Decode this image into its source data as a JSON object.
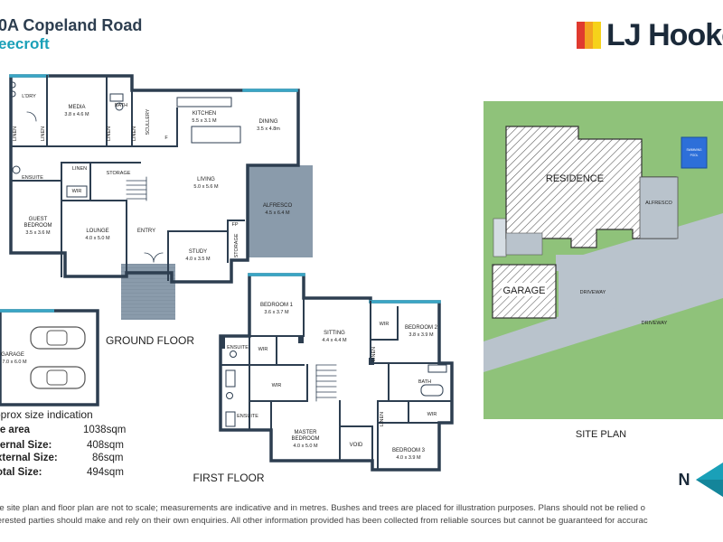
{
  "header": {
    "address": "0A Copeland Road",
    "suburb": "eecroft"
  },
  "brand": {
    "name": "LJ Hooke",
    "colors": [
      "#e03a2f",
      "#f3a321",
      "#f6d21a"
    ]
  },
  "colors": {
    "wall": "#2d3e50",
    "wall_accent": "#3aa6c5",
    "grass": "#8fc27a",
    "hatch": "#555555",
    "paving": "#8a9bab",
    "water": "#2d6fd9"
  },
  "ground_floor": {
    "label": "GROUND FLOOR",
    "rooms": {
      "ldry": "L'DRY",
      "media": "MEDIA",
      "media_size": "3.8 x 4.6 M",
      "bath": "BATH",
      "scullery": "SCULLERY",
      "kitchen": "KITCHEN",
      "kitchen_size": "5.5 x 3.1 M",
      "dining": "DINING",
      "dining_size": "3.5 x 4.8m",
      "linen1": "LINEN",
      "linen2": "LINEN",
      "linen3": "LINEN",
      "linen4": "LINEN",
      "f": "F",
      "ensuite": "ENSUITE",
      "linen5": "LINEN",
      "storage": "STORAGE",
      "wir": "WIR",
      "living": "LIVING",
      "living_size": "5.0 x 5.6 M",
      "alfresco": "ALFRESCO",
      "alfresco_size": "4.5 x 6.4 M",
      "guest": "GUEST",
      "bedroom": "BEDROOM",
      "guest_size": "3.5 x 3.6 M",
      "lounge": "LOUNGE",
      "lounge_size": "4.0 x 5.0 M",
      "entry": "ENTRY",
      "fp": "FP",
      "storage2": "STORAGE",
      "study": "STUDY",
      "study_size": "4.0 x 3.5 M"
    }
  },
  "garage_plan": {
    "label": "GARAGE",
    "size": "7.0 x 6.0 M"
  },
  "first_floor": {
    "label": "FIRST FLOOR",
    "rooms": {
      "bed1": "BEDROOM 1",
      "bed1_size": "3.6 x 3.7 M",
      "sitting": "SITTING",
      "sitting_size": "4.4 x 4.4 M",
      "wir1": "WIR",
      "bed2": "BEDROOM 2",
      "bed2_size": "3.8 x 3.9 M",
      "ensuite1": "ENSUITE",
      "wir2": "WIR",
      "linen": "LINEN",
      "wir3": "WIR",
      "bath": "BATH",
      "ensuite2": "ENSUITE",
      "master1": "MASTER",
      "master2": "BEDROOM",
      "master_size": "4.0 x 5.0 M",
      "void": "VOID",
      "linen2": "LINEN",
      "wir4": "WIR",
      "bed3": "BEDROOM 3",
      "bed3_size": "4.0 x 3.9 M"
    }
  },
  "site_plan": {
    "label": "SITE PLAN",
    "residence": "RESIDENCE",
    "garage": "GARAGE",
    "alfresco": "ALFRESCO",
    "pool1": "SWIMMING",
    "pool2": "POOL",
    "driveway1": "DRIVEWAY",
    "driveway2": "DRIVEWAY"
  },
  "sizes": {
    "title": "pprox size indication",
    "rows": [
      {
        "label": "te area",
        "value": "1038sqm"
      },
      {
        "label": "ternal Size:",
        "value": "408sqm"
      },
      {
        "label": "xternal Size:",
        "value": "86sqm"
      },
      {
        "label": "otal Size:",
        "value": "494sqm"
      }
    ]
  },
  "compass": {
    "letter": "N"
  },
  "disclaimer": {
    "line1": "he site plan and floor plan are not to scale; measurements are indicative and in metres. Bushes and trees are placed for illustration purposes. Plans should not be relied o",
    "line2": "terested parties should make and rely on their own enquiries. All other information provided has been collected from reliable sources but cannot be guaranteed for accurac"
  }
}
